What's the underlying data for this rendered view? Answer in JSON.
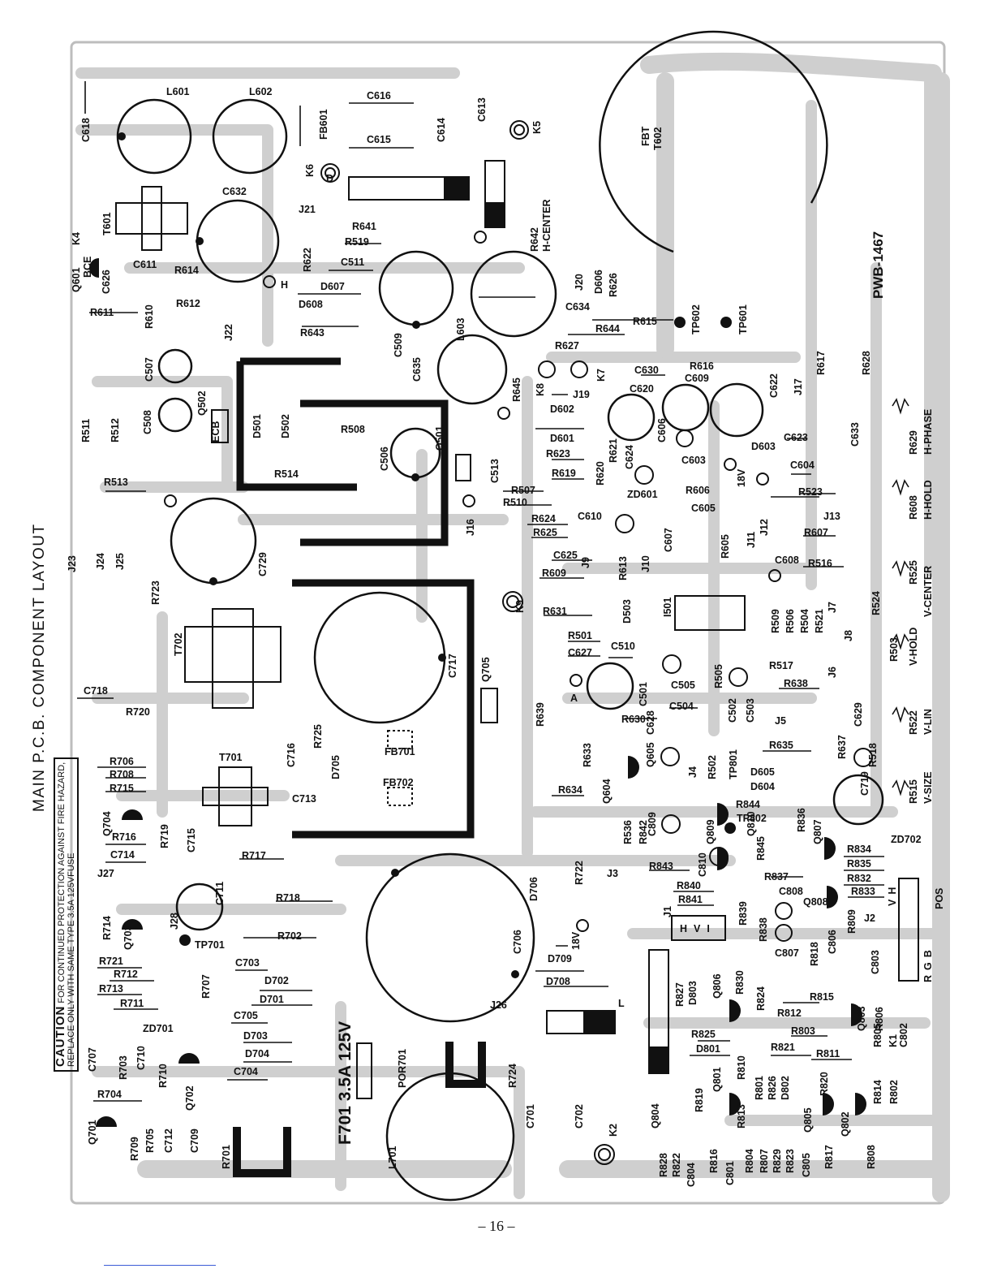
{
  "page": {
    "title": "MAIN P.C.B. COMPONENT LAYOUT",
    "caution_word": "CAUTION",
    "caution_line1": "FOR CONTINUED PROTECTION AGAINST FIRE HAZARD,",
    "caution_line2": "REPLACE ONLY WITH SAME TYPE 3.5A 125VFUSE",
    "page_number": "– 16 –",
    "board_id": "PWB-1467",
    "fuse_label": "F701 3.5A 125V"
  },
  "colors": {
    "ink": "#111111",
    "trace": "#c9c9c9",
    "board": "#ffffff",
    "rule": "#3b5bd6"
  },
  "component_labels": [
    "L601",
    "L602",
    "C616",
    "C615",
    "C614",
    "C613",
    "K5",
    "C618",
    "FB601",
    "K6",
    "D",
    "J21",
    "T601",
    "C632",
    "R641",
    "R519",
    "K4",
    "Q601",
    "BCE",
    "C626",
    "C611",
    "R614",
    "R622",
    "C511",
    "H",
    "D607",
    "R611",
    "R610",
    "R612",
    "D608",
    "R643",
    "C509",
    "C635",
    "L603",
    "R642",
    "H-CENTER",
    "J20",
    "D606",
    "R626",
    "C634",
    "R644",
    "R615",
    "TP602",
    "TP601",
    "FBT",
    "T602",
    "C507",
    "J22",
    "C508",
    "Q502",
    "ECB",
    "R627",
    "R616",
    "J19",
    "K8",
    "K7",
    "C630",
    "C620",
    "C609",
    "C622",
    "J17",
    "R617",
    "R628",
    "R511",
    "R512",
    "D501",
    "D502",
    "R508",
    "C506",
    "Q501",
    "D602",
    "D601",
    "R645",
    "C623",
    "C633",
    "R629",
    "H-PHASE",
    "R514",
    "R513",
    "R623",
    "R619",
    "R620",
    "R621",
    "C624",
    "C513",
    "C606",
    "D603",
    "C603",
    "C604",
    "18V",
    "R507",
    "R510",
    "ZD601",
    "R606",
    "C605",
    "R523",
    "R608",
    "H-HOLD",
    "J16",
    "R624",
    "R625",
    "C610",
    "C607",
    "R605",
    "J11",
    "J12",
    "J13",
    "R607",
    "J23",
    "J24",
    "J25",
    "C729",
    "R723",
    "C625",
    "J9",
    "R613",
    "J10",
    "C608",
    "R516",
    "R525",
    "V-CENTER",
    "R609",
    "K9",
    "R631",
    "I501",
    "R509",
    "R506",
    "R504",
    "R521",
    "J7",
    "R524",
    "T702",
    "C717",
    "D503",
    "R501",
    "C627",
    "C510",
    "C505",
    "R505",
    "R517",
    "J6",
    "J8",
    "R503",
    "V-HOLD",
    "C718",
    "Q705",
    "A",
    "C501",
    "C504",
    "C502",
    "C503",
    "R638",
    "R720",
    "R639",
    "R630",
    "J5",
    "C629",
    "R518",
    "R522",
    "V-LIN",
    "R706",
    "R708",
    "R715",
    "T701",
    "C716",
    "R725",
    "FB701",
    "D705",
    "R633",
    "Q605",
    "C628",
    "R502",
    "TP801",
    "R635",
    "R637",
    "D605",
    "D604",
    "FB702",
    "C713",
    "Q604",
    "J4",
    "C719",
    "R515",
    "V-SIZE",
    "Q704",
    "R719",
    "R634",
    "C809",
    "R844",
    "TP802",
    "R536",
    "R842",
    "R845",
    "R836",
    "Q807",
    "ZD702",
    "R716",
    "C715",
    "Q809",
    "Q810",
    "R834",
    "C714",
    "R717",
    "R843",
    "C810",
    "R835",
    "J27",
    "C711",
    "R722",
    "J3",
    "R837",
    "R832",
    "R718",
    "D706",
    "R840",
    "R841",
    "C808",
    "R833",
    "R714",
    "J28",
    "Q703",
    "R702",
    "C706",
    "J1",
    "R839",
    "Q808",
    "J2",
    "POS",
    "TP701",
    "18V",
    "R838",
    "C807",
    "R818",
    "C806",
    "R809",
    "C803",
    "R721",
    "R712",
    "R707",
    "C703",
    "D709",
    "D702",
    "R713",
    "D701",
    "R711",
    "D708",
    "C705",
    "ZD701",
    "D703",
    "C707",
    "R703",
    "C710",
    "D704",
    "R710",
    "C704",
    "Q702",
    "POR701",
    "R724",
    "R704",
    "J26",
    "L",
    "R827",
    "D803",
    "Q806",
    "R830",
    "R824",
    "R815",
    "R812",
    "R803",
    "R806",
    "K1",
    "R805",
    "C802",
    "R825",
    "D801",
    "R821",
    "R811",
    "Q803",
    "R810",
    "R801",
    "R826",
    "D802",
    "R820",
    "Q801",
    "R819",
    "Q804",
    "R813",
    "Q805",
    "Q802",
    "R814",
    "R802",
    "C701",
    "C702",
    "K2",
    "L701",
    "R701",
    "C709",
    "R709",
    "R705",
    "C712",
    "Q701",
    "R828",
    "R822",
    "C804",
    "R816",
    "C801",
    "R804",
    "R807",
    "R829",
    "R823",
    "C805",
    "R817",
    "R808",
    "HVI",
    "RGB",
    "VH"
  ]
}
